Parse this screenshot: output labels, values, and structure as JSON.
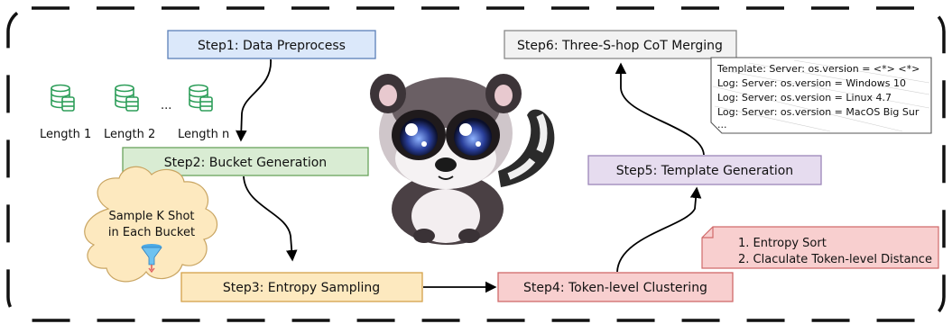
{
  "steps": {
    "step1": "Step1: Data Preprocess",
    "step2": "Step2: Bucket Generation",
    "step3": "Step3: Entropy Sampling",
    "step4": "Step4: Token-level Clustering",
    "step5": "Step5: Template Generation",
    "step6": "Step6: Three-S-hop CoT Merging"
  },
  "colors": {
    "step1": "#dbe8fa",
    "step2": "#d9ecd3",
    "step3": "#fde9bf",
    "step4": "#f8cfcf",
    "step5": "#e6dcef",
    "step6": "#f2f2f2",
    "database": "#2e9e5a"
  },
  "buckets": {
    "labels": [
      "Length 1",
      "Length 2",
      "Length n"
    ],
    "ellipsis": "..."
  },
  "cloud": {
    "line1": "Sample K Shot",
    "line2": "in Each Bucket",
    "icon": "funnel-icon"
  },
  "clustering_note": {
    "line1": "1. Entropy Sort",
    "line2": "2. Claculate Token-level Distance"
  },
  "merging_note": {
    "line1": "Template: Server: os.version = <*> <*>",
    "line2": "Log: Server: os.version = Windows 10",
    "line3": "Log: Server: os.version = Linux 4.7",
    "line4": "Log: Server: os.version = MacOS Big Sur",
    "line5": "..."
  },
  "mascot": "lemur-mascot"
}
